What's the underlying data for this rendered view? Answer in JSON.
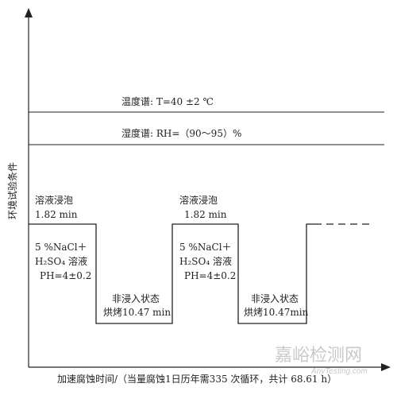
{
  "y_axis_label": "环境试验条件",
  "x_axis_label": "加速腐蚀时间/（当量腐蚀1日历年需335 次循环，共计 68.61 h）",
  "temperature_line": "温度谱: T=40 ±2 ℃",
  "humidity_line": "湿度谱: RH=（90～95）%",
  "phase_1": {
    "immersion_title": "溶液浸泡",
    "immersion_time": "1.82 min",
    "solution_line1": "5 %NaCl＋",
    "solution_line2": "H₂SO₄ 溶液",
    "solution_line3": "PH=4±0.2"
  },
  "bake_1": {
    "state": "非浸入状态",
    "time": "烘烤10.47 min"
  },
  "phase_2": {
    "immersion_title": "溶液浸泡",
    "immersion_time": "1.82 min",
    "solution_line1": "5 %NaCl＋",
    "solution_line2": "H₂SO₄ 溶液",
    "solution_line3": "PH=4±0.2"
  },
  "bake_2": {
    "state": "非浸入状态",
    "time": "烘烤10.47min"
  },
  "watermark": {
    "brand": "嘉峪检测网",
    "site": "AnyTesting.com"
  }
}
